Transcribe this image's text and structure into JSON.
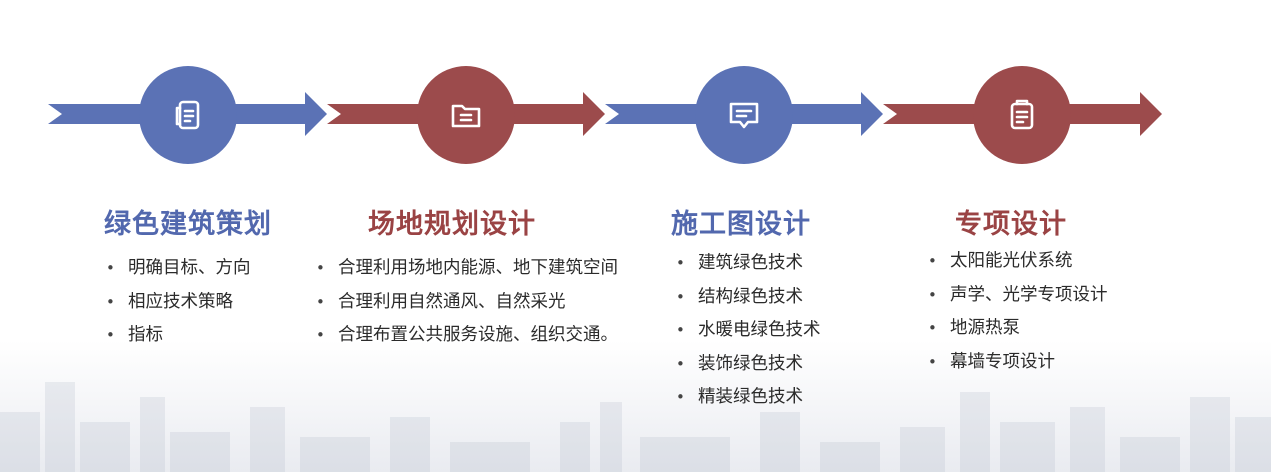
{
  "colors": {
    "blue": "#5b72b5",
    "red": "#9c4b4c"
  },
  "steps": [
    {
      "title": "绿色建筑策划",
      "color": "blue",
      "icon": "document-icon",
      "items": [
        "明确目标、方向",
        "相应技术策略",
        "指标"
      ]
    },
    {
      "title": "场地规划设计",
      "color": "red",
      "icon": "folder-icon",
      "items": [
        "合理利用场地内能源、地下建筑空间",
        "合理利用自然通风、自然采光",
        "合理布置公共服务设施、组织交通。"
      ]
    },
    {
      "title": "施工图设计",
      "color": "blue",
      "icon": "message-icon",
      "items": [
        "建筑绿色技术",
        "结构绿色技术",
        "水暖电绿色技术",
        "装饰绿色技术",
        "精装绿色技术"
      ]
    },
    {
      "title": "专项设计",
      "color": "red",
      "icon": "clipboard-icon",
      "items": [
        "太阳能光伏系统",
        "声学、光学专项设计",
        "地源热泵",
        "幕墙专项设计"
      ]
    }
  ]
}
